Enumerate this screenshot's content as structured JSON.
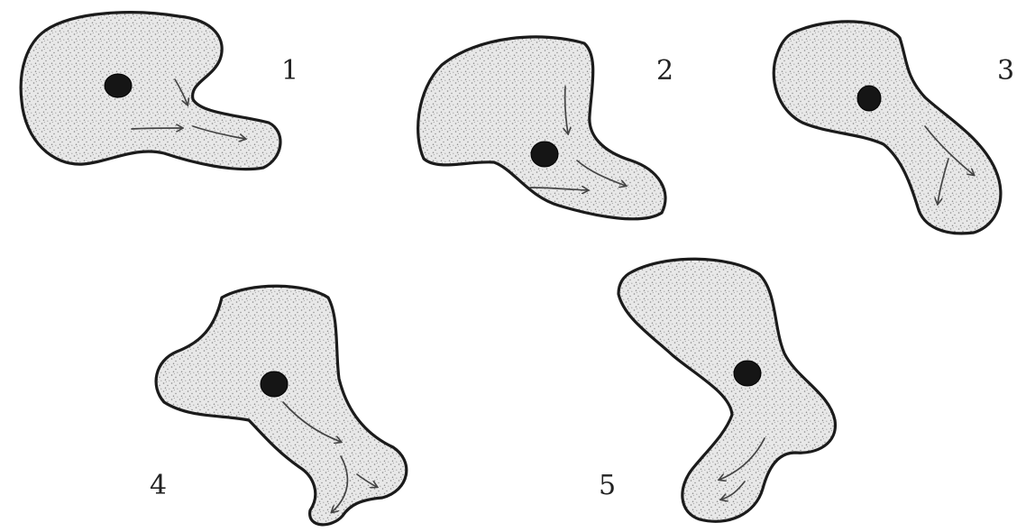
{
  "figure": {
    "stages": [
      {
        "label": "1"
      },
      {
        "label": "2"
      },
      {
        "label": "3"
      },
      {
        "label": "4"
      },
      {
        "label": "5"
      }
    ]
  },
  "colors": {
    "outline": "#1b1b1b",
    "cytoplasm_fill": "#e8e8e8",
    "stipple": "#8a8a8a",
    "nucleus": "#151515",
    "arrow": "#444444",
    "label": "#222222"
  },
  "icons": {
    "arrow": "cytoplasm-flow-arrow-icon",
    "nucleus": "nucleus-icon"
  }
}
